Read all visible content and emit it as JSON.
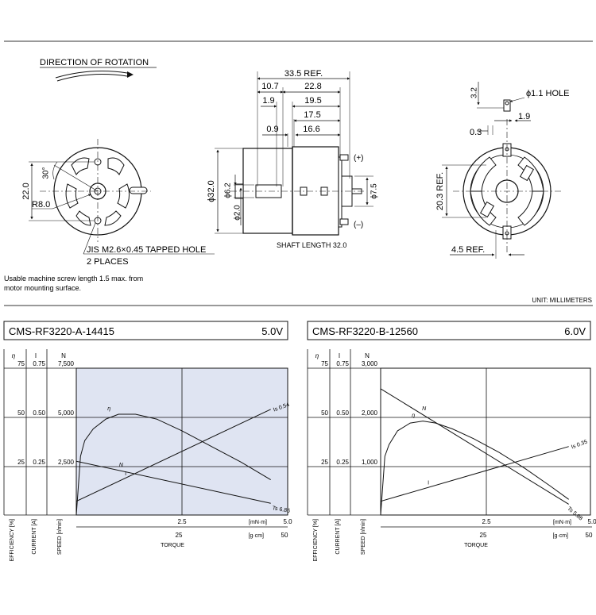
{
  "drawing": {
    "direction_label": "DIRECTION OF ROTATION",
    "dims_left": {
      "height": "22.0",
      "angle": "30°",
      "radius": "R8.0"
    },
    "hole_note": [
      "JIS M2.6×0.45 TAPPED HOLE",
      "2 PLACES"
    ],
    "dims_side": {
      "d33_5": "33.5 REF.",
      "d10_7": "10.7",
      "d22_8": "22.8",
      "d1_9": "1.9",
      "d19_5": "19.5",
      "d17_5": "17.5",
      "d0_9": "0.9",
      "d16_6": "16.6",
      "dia32": "ϕ32.0",
      "dia6_2": "ϕ6.2",
      "dia2_0": "ϕ2.0",
      "dia7_5": "ϕ7.5",
      "plus": "(+)",
      "minus": "(–)"
    },
    "shaft_note": "SHAFT LENGTH 32.0",
    "dims_right": {
      "d3_2": "3.2",
      "hole": "ϕ1.1 HOLE",
      "d1_9": "1.9",
      "d0_3": "0.3",
      "d20_3": "20.3 REF.",
      "d4_5": "4.5 REF."
    },
    "screw_note": [
      "Usable machine screw length 1.5 max. from",
      "motor mounting surface."
    ],
    "unit_note": "UNIT: MILLIMETERS"
  },
  "chart_data": [
    {
      "type": "line",
      "title": "CMS-RF3220-A-14415",
      "voltage": "5.0V",
      "shaded": true,
      "axis_headers": {
        "eff": "η",
        "cur": "I",
        "spd": "N"
      },
      "eff_ticks": [
        "75",
        "50",
        "25"
      ],
      "cur_ticks": [
        "0.75",
        "0.50",
        "0.25"
      ],
      "spd_ticks": [
        "7,500",
        "5,000",
        "2,500"
      ],
      "x_ticks_mnm": [
        "2.5",
        "5.0"
      ],
      "x_ticks_gcm": [
        "25",
        "50"
      ],
      "unit_mnm": "[mN·m]",
      "unit_gcm": "[g·cm]",
      "xlabel": "TORQUE",
      "ylabels": [
        "EFFICIENCY [%]",
        "CURRENT [A]",
        "SPEED [r/min]"
      ],
      "xlim": [
        0,
        5.0
      ],
      "eff_ylim": [
        0,
        75
      ],
      "series": [
        {
          "name": "N",
          "x": [
            0,
            4.6
          ],
          "y": [
            2750,
            600
          ]
        },
        {
          "name": "I",
          "x": [
            0,
            4.6
          ],
          "y": [
            0.07,
            0.54
          ]
        },
        {
          "name": "η",
          "x": [
            0,
            0.1,
            0.2,
            0.4,
            0.7,
            1.0,
            1.4,
            1.9,
            2.5,
            3.2,
            3.9,
            4.6
          ],
          "y": [
            0,
            30,
            38,
            44,
            49,
            51.5,
            51.5,
            49,
            43,
            35,
            27,
            18
          ]
        }
      ],
      "labels": {
        "eta": "η",
        "n": "N",
        "i": "I",
        "is": "Is 0.54",
        "ts": "Ts 6.86"
      }
    },
    {
      "type": "line",
      "title": "CMS-RF3220-B-12560",
      "voltage": "6.0V",
      "shaded": false,
      "axis_headers": {
        "eff": "η",
        "cur": "I",
        "spd": "N"
      },
      "eff_ticks": [
        "75",
        "50",
        "25"
      ],
      "cur_ticks": [
        "0.75",
        "0.50",
        "0.25"
      ],
      "spd_ticks": [
        "3,000",
        "2,000",
        "1,000"
      ],
      "x_ticks_mnm": [
        "2.5",
        "5.0"
      ],
      "x_ticks_gcm": [
        "25",
        "50"
      ],
      "unit_mnm": "[mN·m]",
      "unit_gcm": "[g·cm]",
      "xlabel": "TORQUE",
      "ylabels": [
        "EFFICIENCY [%]",
        "CURRENT [A]",
        "SPEED [r/min]"
      ],
      "xlim": [
        0,
        5.0
      ],
      "eff_ylim": [
        0,
        75
      ],
      "series": [
        {
          "name": "N",
          "x": [
            0,
            4.45
          ],
          "y": [
            2580,
            220
          ]
        },
        {
          "name": "I",
          "x": [
            0,
            4.45
          ],
          "y": [
            0.07,
            0.35
          ]
        },
        {
          "name": "η",
          "x": [
            0,
            0.1,
            0.2,
            0.4,
            0.7,
            1.0,
            1.3,
            1.7,
            2.2,
            2.8,
            3.4,
            4.0,
            4.45
          ],
          "y": [
            0,
            30,
            36,
            43,
            47,
            48,
            47,
            44,
            39,
            32,
            24,
            15,
            8
          ]
        }
      ],
      "labels": {
        "eta": "η",
        "n": "N",
        "i": "I",
        "is": "Is 0.35",
        "ts": "Ts 5.88"
      }
    }
  ]
}
